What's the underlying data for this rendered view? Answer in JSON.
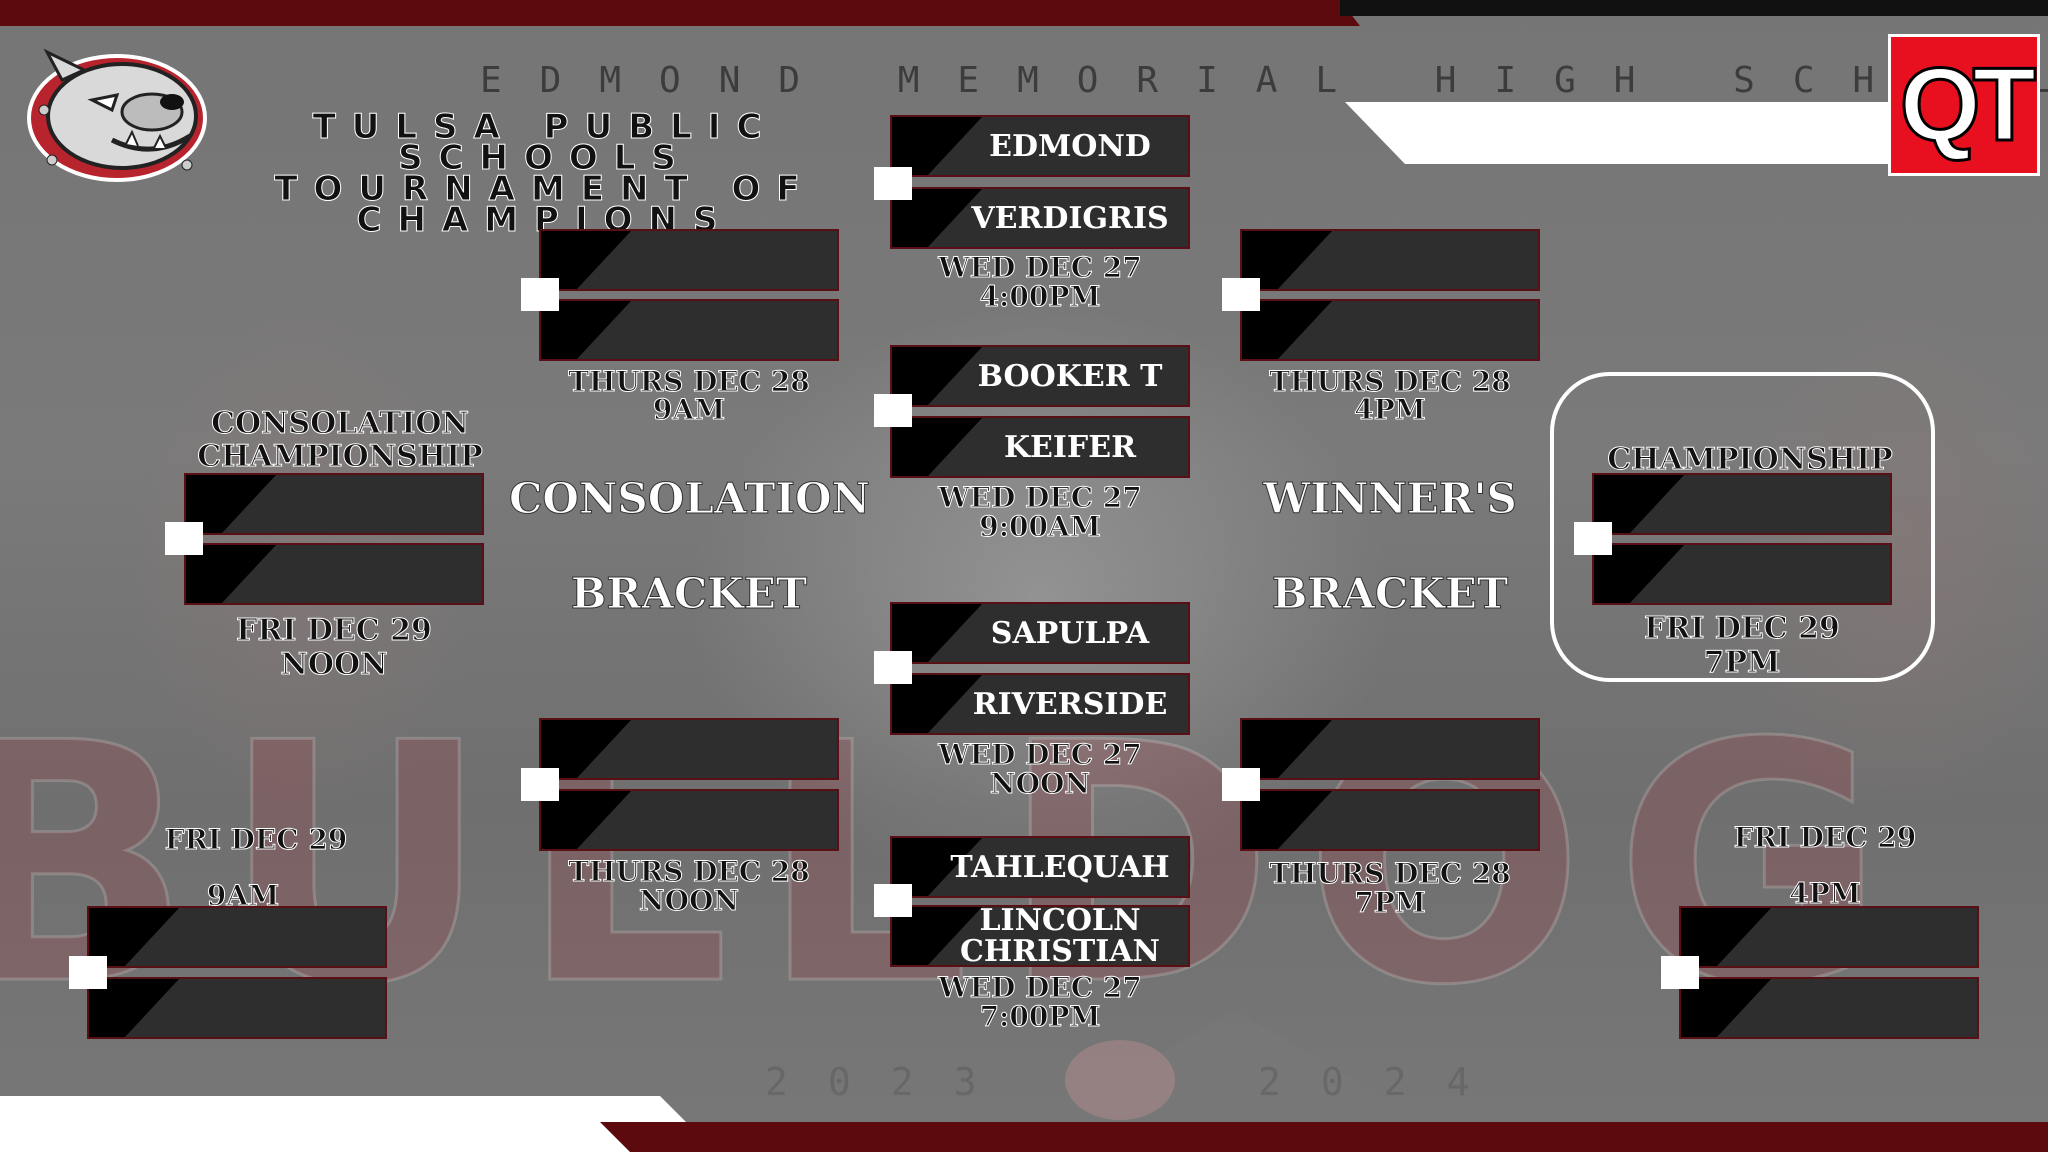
{
  "header": {
    "school": "EDMOND MEMORIAL HIGH SCHOOL",
    "tournament_title": "TULSA PUBLIC SCHOOLS TOURNAMENT OF CHAMPIONS",
    "sponsor": "QT"
  },
  "background": {
    "word": "BULLDOG BASKETBALL",
    "year_left": "2023",
    "year_right": "2024"
  },
  "colors": {
    "brand_red": "#5c0a0d",
    "slot_dark": "#2e2e2e",
    "qt_red": "#e8101e"
  },
  "first_round": [
    {
      "team_top": "EDMOND",
      "team_bottom": "VERDIGRIS",
      "date": "WED DEC 27",
      "time": "4:00PM"
    },
    {
      "team_top": "BOOKER T",
      "team_bottom": "KEIFER",
      "date": "WED DEC 27",
      "time": "9:00AM"
    },
    {
      "team_top": "SAPULPA",
      "team_bottom": "RIVERSIDE",
      "date": "WED DEC 27",
      "time": "NOON"
    },
    {
      "team_top": "TAHLEQUAH",
      "team_bottom": "LINCOLN CHRISTIAN",
      "date": "WED DEC 27",
      "time": "7:00PM"
    }
  ],
  "consolation_bracket": {
    "label_line1": "CONSOLATION",
    "label_line2": "BRACKET",
    "games": [
      {
        "date": "THURS DEC 28",
        "time": "9AM"
      },
      {
        "date": "THURS DEC 28",
        "time": "NOON"
      }
    ]
  },
  "winners_bracket": {
    "label_line1": "WINNER'S",
    "label_line2": "BRACKET",
    "games": [
      {
        "date": "THURS DEC 28",
        "time": "4PM"
      },
      {
        "date": "THURS DEC 28",
        "time": "7PM"
      }
    ]
  },
  "consolation_championship": {
    "title_line1": "CONSOLATION",
    "title_line2": "CHAMPIONSHIP",
    "date": "FRI DEC 29",
    "time": "NOON"
  },
  "championship": {
    "title": "CHAMPIONSHIP",
    "date": "FRI DEC 29",
    "time": "7PM"
  },
  "placement_games": {
    "left": {
      "date": "FRI DEC 29",
      "time": "9AM"
    },
    "right": {
      "date": "FRI DEC 29",
      "time": "4PM"
    }
  }
}
